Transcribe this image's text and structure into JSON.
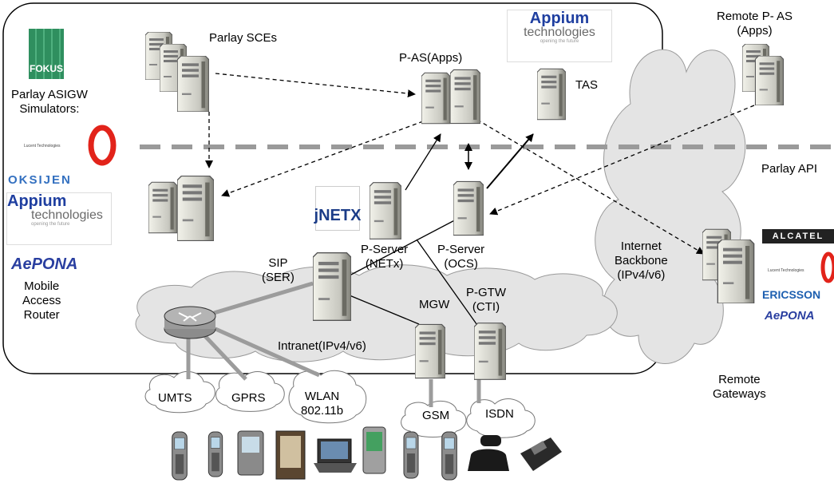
{
  "labels": {
    "parlay_sces": "Parlay SCEs",
    "p_as_apps": "P-AS(Apps)",
    "tas": "TAS",
    "remote_p_as": "Remote P- AS\n(Apps)",
    "parlay_asigw": "Parlay ASIGW\nSimulators:",
    "parlay_api": "Parlay API",
    "p_server_netx": "P-Server\n(NETx)",
    "p_server_ocs": "P-Server\n(OCS)",
    "sip_ser": "SIP\n(SER)",
    "p_gtw_cti": "P-GTW\n(CTI)",
    "mgw": "MGW",
    "intranet": "Intranet(IPv4/v6)",
    "internet_backbone": "Internet\nBackbone\n(IPv4/v6)",
    "mobile_access_router": "Mobile\nAccess\nRouter",
    "remote_gateways": "Remote\nGateways",
    "umts": "UMTS",
    "gprs": "GPRS",
    "wlan": "WLAN\n802.11b",
    "gsm": "GSM",
    "isdn": "ISDN"
  },
  "logos": {
    "fokus": "FOKUS",
    "appium_1": "Appium",
    "appium_2": "technologies",
    "appium_3": "opening the future",
    "oksijen": "OKSIJEN",
    "aepona": "AePONA",
    "jnetx": "jNETX",
    "alcatel": "ALCATEL",
    "ericsson": "ERICSSON",
    "lucent": "Lucent Technologies"
  },
  "colors": {
    "server_light": "#e8e8e0",
    "server_dark": "#8a8a82",
    "cloud": "#e4e4e4",
    "dashed_line": "#9a9a9a",
    "vodafone_red": "#e2231a"
  }
}
